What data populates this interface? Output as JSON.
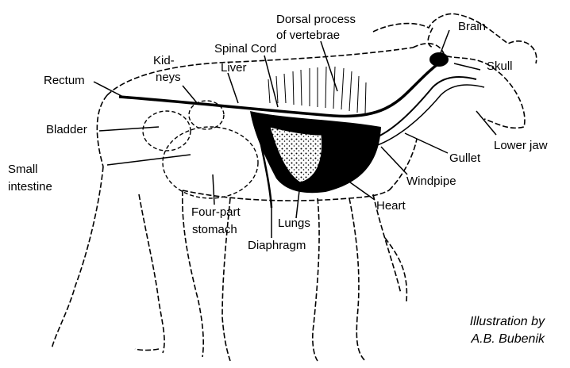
{
  "labels": {
    "dorsal_process": [
      "Dorsal process",
      "of vertebrae"
    ],
    "brain": "Brain",
    "skull": "Skull",
    "spinal_cord": "Spinal Cord",
    "liver": "Liver",
    "kidneys": [
      "Kid-",
      "neys"
    ],
    "rectum": "Rectum",
    "bladder": "Bladder",
    "small_intestine": [
      "Small",
      "intestine"
    ],
    "lower_jaw": "Lower jaw",
    "gullet": "Gullet",
    "windpipe": "Windpipe",
    "heart": "Heart",
    "lungs": "Lungs",
    "four_part_stomach": [
      "Four-part",
      "stomach"
    ],
    "diaphragm": "Diaphragm"
  },
  "credit": [
    "Illustration by",
    "A.B. Bubenik"
  ]
}
